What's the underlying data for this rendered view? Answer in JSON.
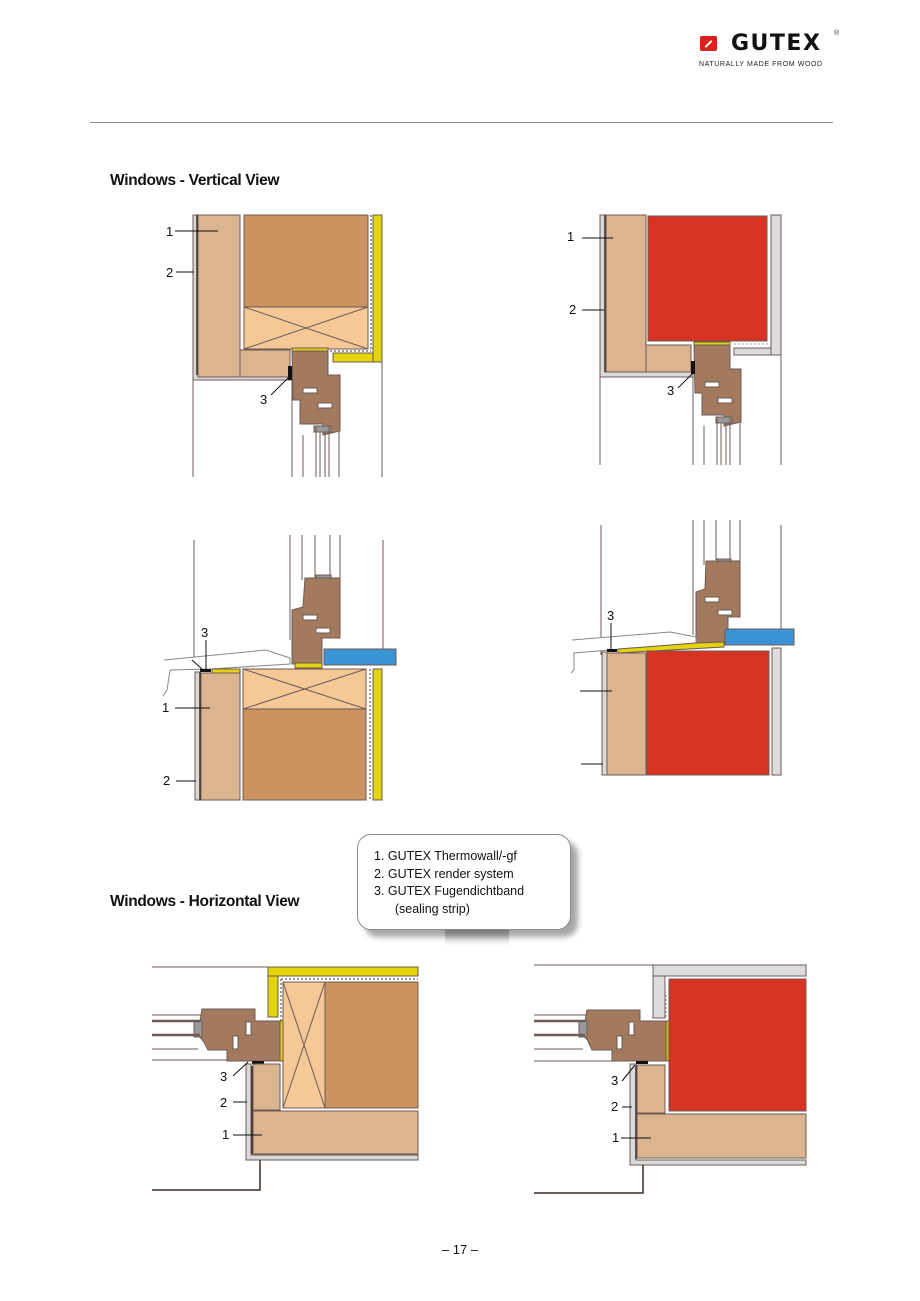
{
  "header": {
    "brand": "GUTEX",
    "registered_mark": "®",
    "tagline": "NATURALLY MADE FROM WOOD",
    "brand_color": "#d7231c"
  },
  "sections": {
    "vertical_title": "Windows - Vertical View",
    "horizontal_title": "Windows - Horizontal View"
  },
  "diagrams": {
    "vertical_top_left": {
      "labels": [
        "1",
        "2",
        "3"
      ]
    },
    "vertical_top_right": {
      "labels": [
        "1",
        "2",
        "3"
      ]
    },
    "vertical_bottom_left": {
      "labels": [
        "3",
        "1",
        "2"
      ]
    },
    "vertical_bottom_right": {
      "labels": [
        "3"
      ]
    },
    "horizontal_left": {
      "labels": [
        "3",
        "2",
        "1"
      ]
    },
    "horizontal_right": {
      "labels": [
        "3",
        "2",
        "1"
      ]
    }
  },
  "legend": {
    "items": [
      "1.  GUTEX Thermowall/-gf",
      "2.  GUTEX  render system",
      "3.  GUTEX Fugendichtband",
      "      (sealing strip)"
    ]
  },
  "colors": {
    "insulation_board": "#dcb48f",
    "timber_frame": "#cc9260",
    "timber_beam": "#f5c896",
    "window_frame": "#a37a5e",
    "masonry_red": "#d73222",
    "sealing_yellow": "#e3d40c",
    "sill_blue": "#3a93d4",
    "render_grey": "#d9d9d9",
    "line": "#6e5a55"
  },
  "footer": {
    "page_number": "– 17 –"
  }
}
